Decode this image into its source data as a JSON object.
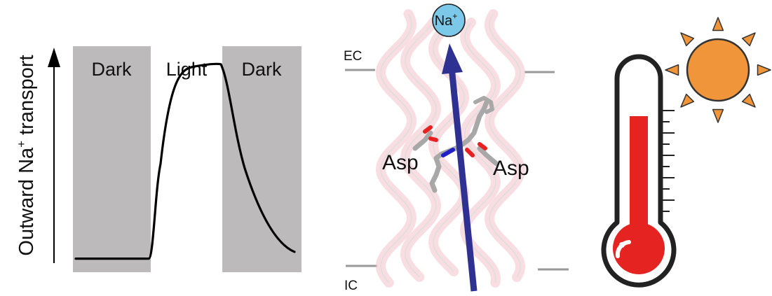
{
  "transport_panel": {
    "y_axis_label": "Outward Na",
    "y_axis_label_sup": "+",
    "y_axis_label_tail": " transport",
    "period_labels": [
      "Dark",
      "Light",
      "Dark"
    ],
    "curve": {
      "baseline": 0.06,
      "light_on": 0.36,
      "peak": 0.92,
      "light_off": 0.66,
      "end": 0.09
    },
    "colors": {
      "dark_shade": "#bcbaba",
      "curve": "#000000"
    }
  },
  "protein_panel": {
    "ion_label": "Na",
    "ion_label_sup": "+",
    "ec_label": "EC",
    "ic_label": "IC",
    "residue_labels": [
      "Asp",
      "Asp"
    ],
    "colors": {
      "ion_fill": "#7cc8e8",
      "arrow": "#2e3192",
      "helix": "#f3c9cf",
      "membrane_line": "#999999",
      "oxygen": "#e82020",
      "nitrogen": "#2020c8",
      "carbon": "#a8a8a8"
    }
  },
  "temperature_panel": {
    "thermometer_icon": "thermometer-icon",
    "sun_icon": "sun-icon",
    "tick_count": 10,
    "colors": {
      "mercury": "#e52320",
      "sun": "#f0953a",
      "outline": "#222222"
    }
  }
}
